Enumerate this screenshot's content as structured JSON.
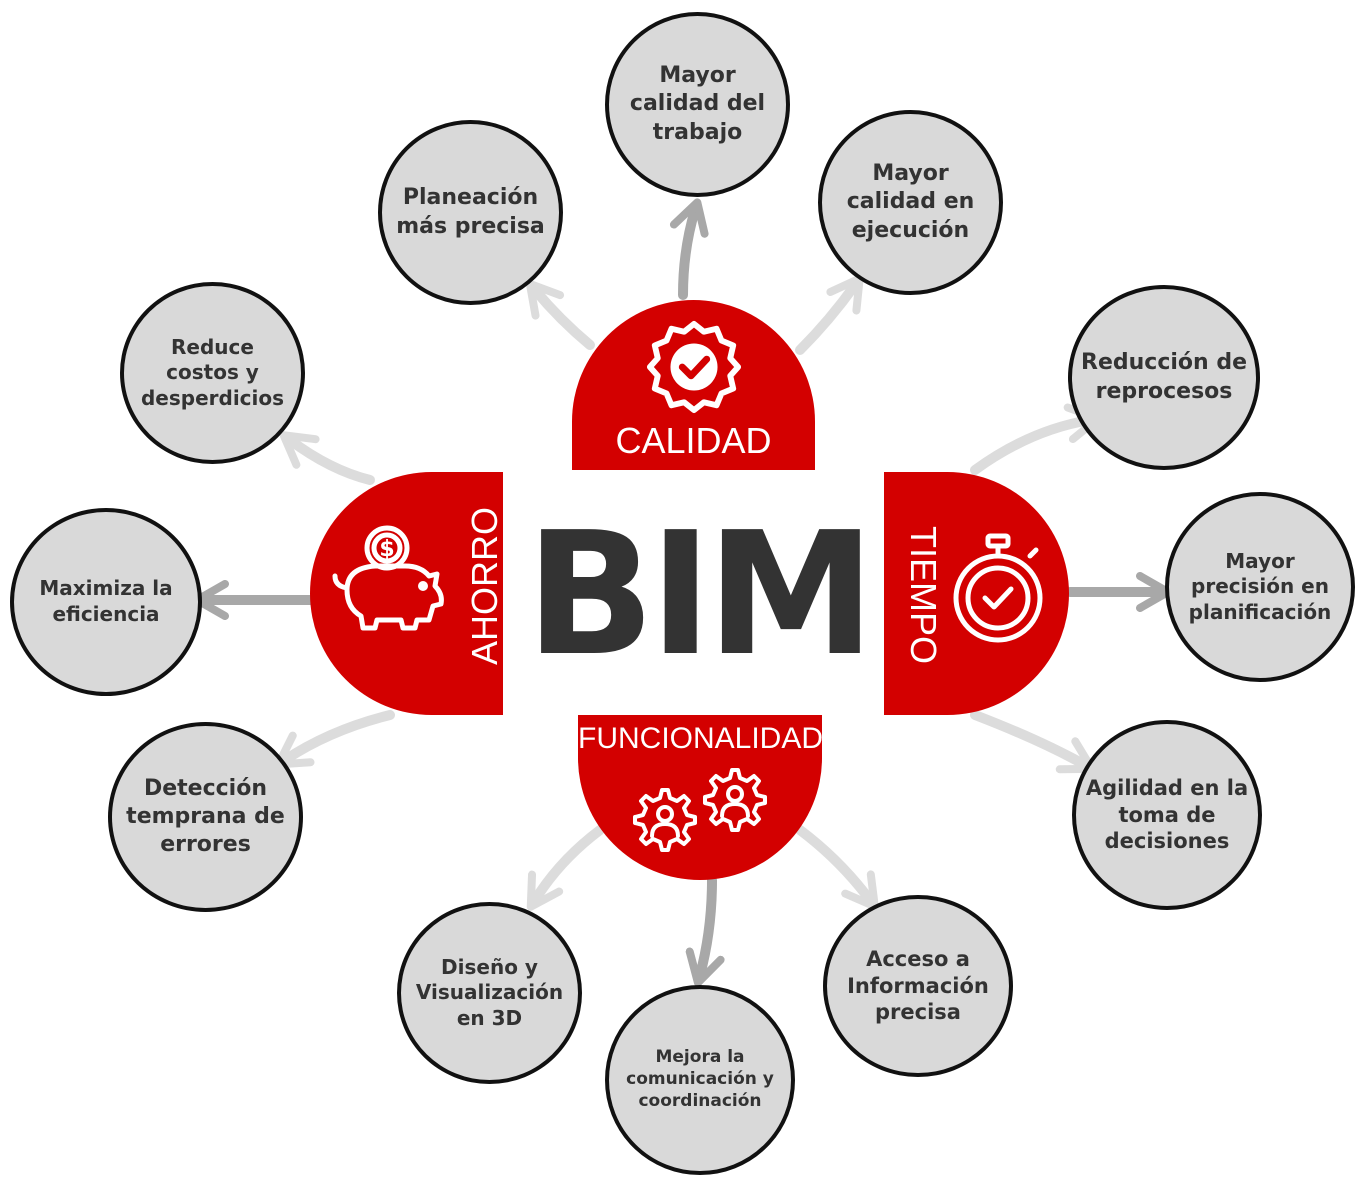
{
  "center": {
    "title": "BIM"
  },
  "pillars": {
    "calidad": "CALIDAD",
    "ahorro": "AHORRO",
    "tiempo": "TIEMPO",
    "funcionalidad": "FUNCIONALIDAD"
  },
  "benefits": {
    "calidad": [
      "Planeación más precisa",
      "Mayor calidad del trabajo",
      "Mayor calidad en ejecución"
    ],
    "tiempo": [
      "Reducción de reprocesos",
      "Mayor precisión en planificación",
      "Agilidad en la toma de decisiones"
    ],
    "funcionalidad": [
      "Acceso a Información precisa",
      "Mejora la comunicación y coordinación",
      "Diseño y Visualización en 3D"
    ],
    "ahorro": [
      "Detección temprana de errores",
      "Maximiza la eficiencia",
      "Reduce costos y desperdicios"
    ]
  },
  "icons": {
    "calidad": "badge-check-icon",
    "ahorro": "piggy-bank-coin-icon",
    "tiempo": "stopwatch-check-icon",
    "funcionalidad": "gears-users-icon"
  },
  "colors": {
    "accent": "#d30000",
    "node_fill": "#d9d9d9",
    "node_border": "#111111",
    "arrow": "#b0b0b0",
    "title": "#333333"
  }
}
